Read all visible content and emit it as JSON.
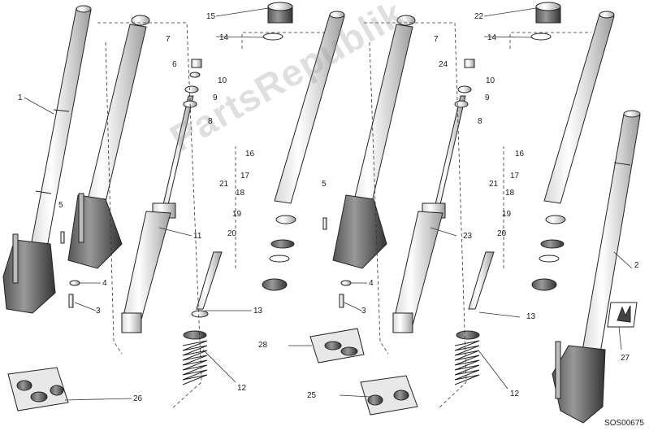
{
  "watermark": "PartsRepublik",
  "diagram_code": "SOS00675",
  "callouts": {
    "c1": "1",
    "c2": "2",
    "c3a": "3",
    "c3b": "3",
    "c4a": "4",
    "c4b": "4",
    "c5a": "5",
    "c5b": "5",
    "c6": "6",
    "c7a": "7",
    "c7b": "7",
    "c8a": "8",
    "c8b": "8",
    "c9a": "9",
    "c9b": "9",
    "c10a": "10",
    "c10b": "10",
    "c11": "11",
    "c12a": "12",
    "c12b": "12",
    "c13a": "13",
    "c13b": "13",
    "c14a": "14",
    "c14b": "14",
    "c15": "15",
    "c16a": "16",
    "c16b": "16",
    "c17a": "17",
    "c17b": "17",
    "c18a": "18",
    "c18b": "18",
    "c19a": "19",
    "c19b": "19",
    "c20a": "20",
    "c20b": "20",
    "c21a": "21",
    "c21b": "21",
    "c22": "22",
    "c23": "23",
    "c24": "24",
    "c25": "25",
    "c26": "26",
    "c27": "27",
    "c28": "28"
  }
}
